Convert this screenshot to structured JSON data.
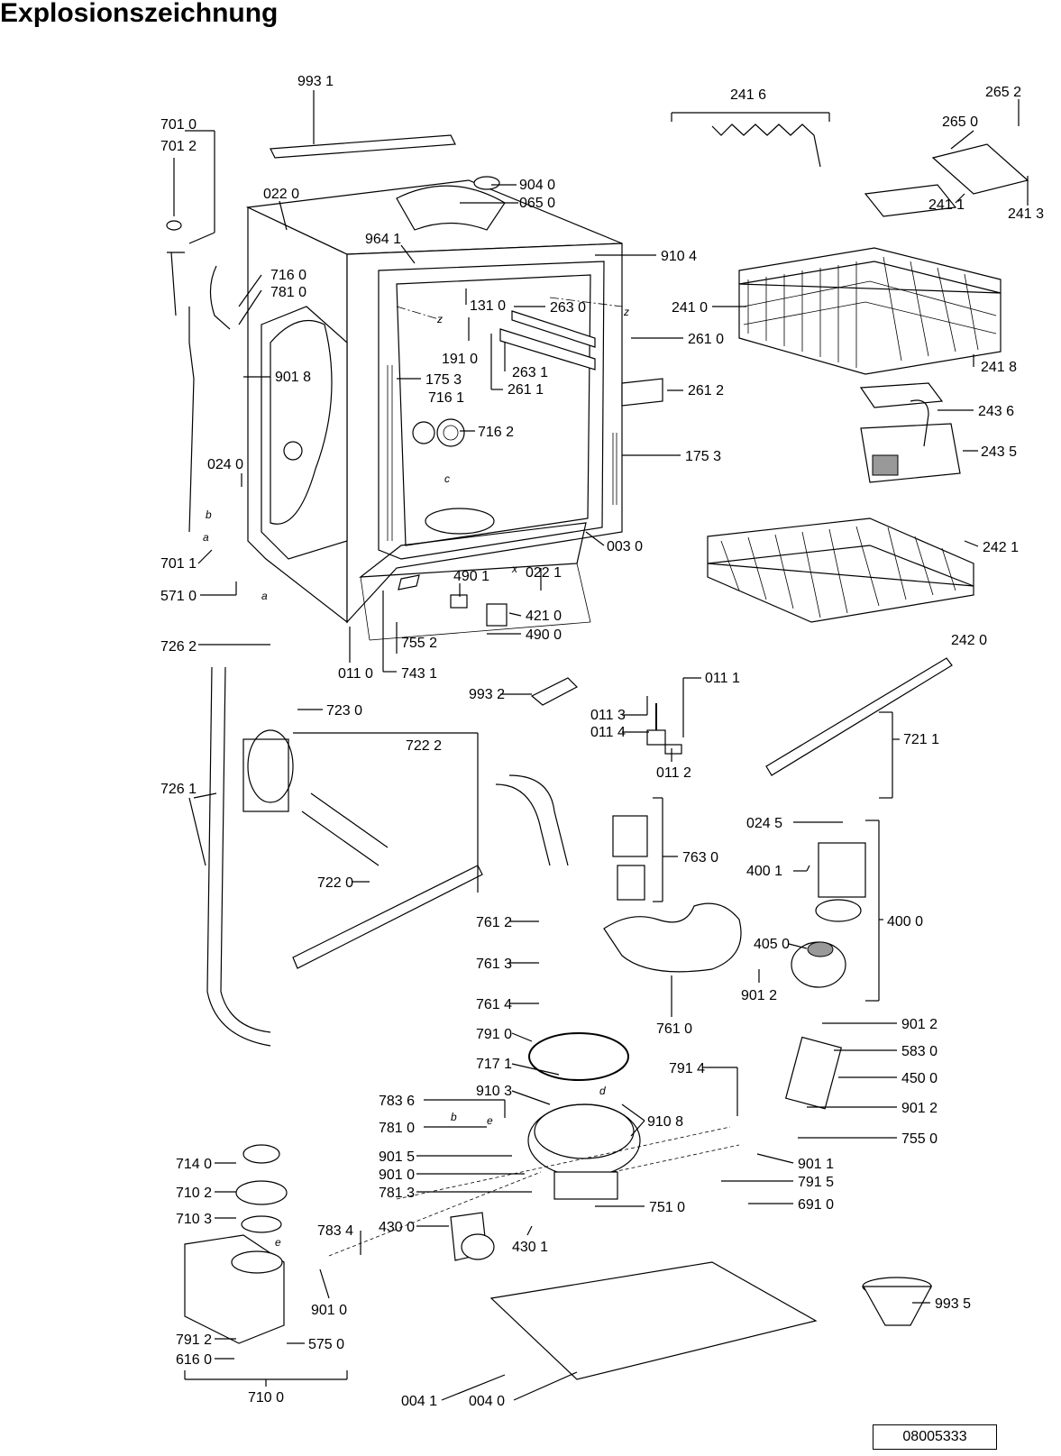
{
  "title": "Explosionszeichnung",
  "document_number": "08005333",
  "labels": {
    "p9931": "993 1",
    "p2416": "241 6",
    "p2652": "265 2",
    "p2650": "265 0",
    "p7010": "701 0",
    "p7012": "701 2",
    "p9040": "904 0",
    "p0650": "065 0",
    "p0220": "022 0",
    "p2411": "241 1",
    "p2413": "241 3",
    "p9641": "964 1",
    "p9104": "910 4",
    "p7160": "716 0",
    "p7810": "781 0",
    "p1310": "131 0",
    "p2630": "263 0",
    "p2410": "241 0",
    "p2610": "261 0",
    "p1910": "191 0",
    "p9018": "901 8",
    "p1753a": "175 3",
    "p2631": "263 1",
    "p2611": "261 1",
    "p7161": "716 1",
    "p2418": "241 8",
    "p2612": "261 2",
    "p7162": "716 2",
    "p2436": "243 6",
    "p2435": "243 5",
    "p0240": "024 0",
    "p1753b": "175 3",
    "p0030": "003 0",
    "p2421": "242 1",
    "p7011": "701 1",
    "p4901": "490 1",
    "p0221": "022 1",
    "p5710": "571 0",
    "p4210": "421 0",
    "p4900": "490 0",
    "p7552": "755 2",
    "p2420": "242 0",
    "p7262": "726 2",
    "p0110": "011 0",
    "p7431": "743 1",
    "p0111": "011 1",
    "p9932": "993 2",
    "p7230": "723 0",
    "p0113": "011 3",
    "p0114": "011 4",
    "p7222": "722 2",
    "p7211": "721 1",
    "p0112": "011 2",
    "p7261": "726 1",
    "p0245": "024 5",
    "p7630": "763 0",
    "p4001": "400 1",
    "p7220": "722 0",
    "p4000": "400 0",
    "p7612": "761 2",
    "p4050": "405 0",
    "p7613": "761 3",
    "p9012a": "901 2",
    "p7614": "761 4",
    "p7610": "761 0",
    "p9012b": "901 2",
    "p7910": "791 0",
    "p5830": "583 0",
    "p7914": "791 4",
    "p4500": "450 0",
    "p7171": "717 1",
    "p9103": "910 3",
    "p7836": "783 6",
    "p9108": "910 8",
    "p9012c": "901 2",
    "p7810b": "781 0",
    "p7550": "755 0",
    "p7140": "714 0",
    "p9015": "901 5",
    "p9011": "901 1",
    "p9010": "901 0",
    "p7915": "791 5",
    "p7102": "710 2",
    "p7813": "781 3",
    "p7510": "751 0",
    "p6910": "691 0",
    "p7103": "710 3",
    "p7834": "783 4",
    "p4300": "430 0",
    "p4301": "430 1",
    "p9010b": "901 0",
    "p9935": "993 5",
    "p7912": "791 2",
    "p6160": "616 0",
    "p5750": "575 0",
    "p7100": "710 0",
    "p0041": "004 1",
    "p0040": "004 0"
  },
  "letters": {
    "z1": "z",
    "z2": "z",
    "c": "c",
    "x": "x",
    "a1": "a",
    "b1": "b",
    "a2": "a",
    "b2": "b",
    "e1": "e",
    "e2": "e",
    "d": "d"
  }
}
